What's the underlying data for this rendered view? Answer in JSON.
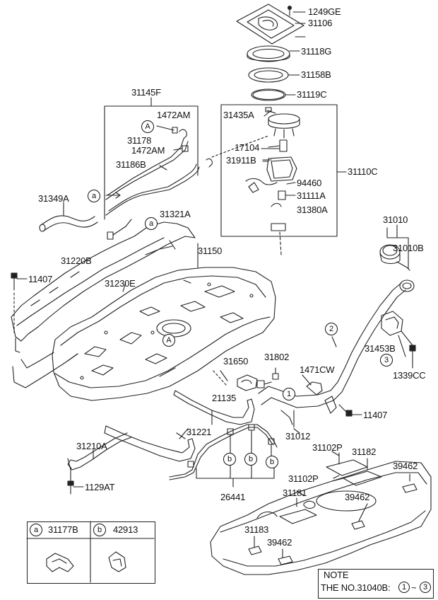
{
  "labels": [
    {
      "id": "1249GE",
      "text": "1249GE"
    },
    {
      "id": "31106",
      "text": "31106"
    },
    {
      "id": "31118G",
      "text": "31118G"
    },
    {
      "id": "31158B",
      "text": "31158B"
    },
    {
      "id": "31119C",
      "text": "31119C"
    },
    {
      "id": "31145F",
      "text": "31145F"
    },
    {
      "id": "1472AM_a",
      "text": "1472AM"
    },
    {
      "id": "31178",
      "text": "31178"
    },
    {
      "id": "1472AM_b",
      "text": "1472AM"
    },
    {
      "id": "31186B",
      "text": "31186B"
    },
    {
      "id": "31349A",
      "text": "31349A"
    },
    {
      "id": "31321A",
      "text": "31321A"
    },
    {
      "id": "31435A",
      "text": "31435A"
    },
    {
      "id": "17104",
      "text": "17104"
    },
    {
      "id": "31911B",
      "text": "31911B"
    },
    {
      "id": "94460",
      "text": "94460"
    },
    {
      "id": "31111A",
      "text": "31111A"
    },
    {
      "id": "31380A",
      "text": "31380A"
    },
    {
      "id": "31110C",
      "text": "31110C"
    },
    {
      "id": "31010",
      "text": "31010"
    },
    {
      "id": "31010B",
      "text": "31010B"
    },
    {
      "id": "31220B",
      "text": "31220B"
    },
    {
      "id": "31150",
      "text": "31150"
    },
    {
      "id": "11407_a",
      "text": "11407"
    },
    {
      "id": "31230E",
      "text": "31230E"
    },
    {
      "id": "31453B",
      "text": "31453B"
    },
    {
      "id": "1339CC",
      "text": "1339CC"
    },
    {
      "id": "31802",
      "text": "31802"
    },
    {
      "id": "31650",
      "text": "31650"
    },
    {
      "id": "1471CW",
      "text": "1471CW"
    },
    {
      "id": "21135",
      "text": "21135"
    },
    {
      "id": "11407_b",
      "text": "11407"
    },
    {
      "id": "31221",
      "text": "31221"
    },
    {
      "id": "31012",
      "text": "31012"
    },
    {
      "id": "31102P_a",
      "text": "31102P"
    },
    {
      "id": "31182",
      "text": "31182"
    },
    {
      "id": "31210A",
      "text": "31210A"
    },
    {
      "id": "39462_a",
      "text": "39462"
    },
    {
      "id": "31102P_b",
      "text": "31102P"
    },
    {
      "id": "1129AT",
      "text": "1129AT"
    },
    {
      "id": "39462_b",
      "text": "39462"
    },
    {
      "id": "26441",
      "text": "26441"
    },
    {
      "id": "31181",
      "text": "31181"
    },
    {
      "id": "31183",
      "text": "31183"
    },
    {
      "id": "39462_c",
      "text": "39462"
    }
  ],
  "callouts": {
    "a": "a",
    "b": "b",
    "A": "A",
    "n1": "1",
    "n2": "2",
    "n3": "3"
  },
  "legend": {
    "a_code": "31177B",
    "b_code": "42913"
  },
  "note": {
    "title": "NOTE",
    "line_prefix": "THE NO.31040B:",
    "range_start": "1",
    "range_sep": "~",
    "range_end": "3"
  }
}
